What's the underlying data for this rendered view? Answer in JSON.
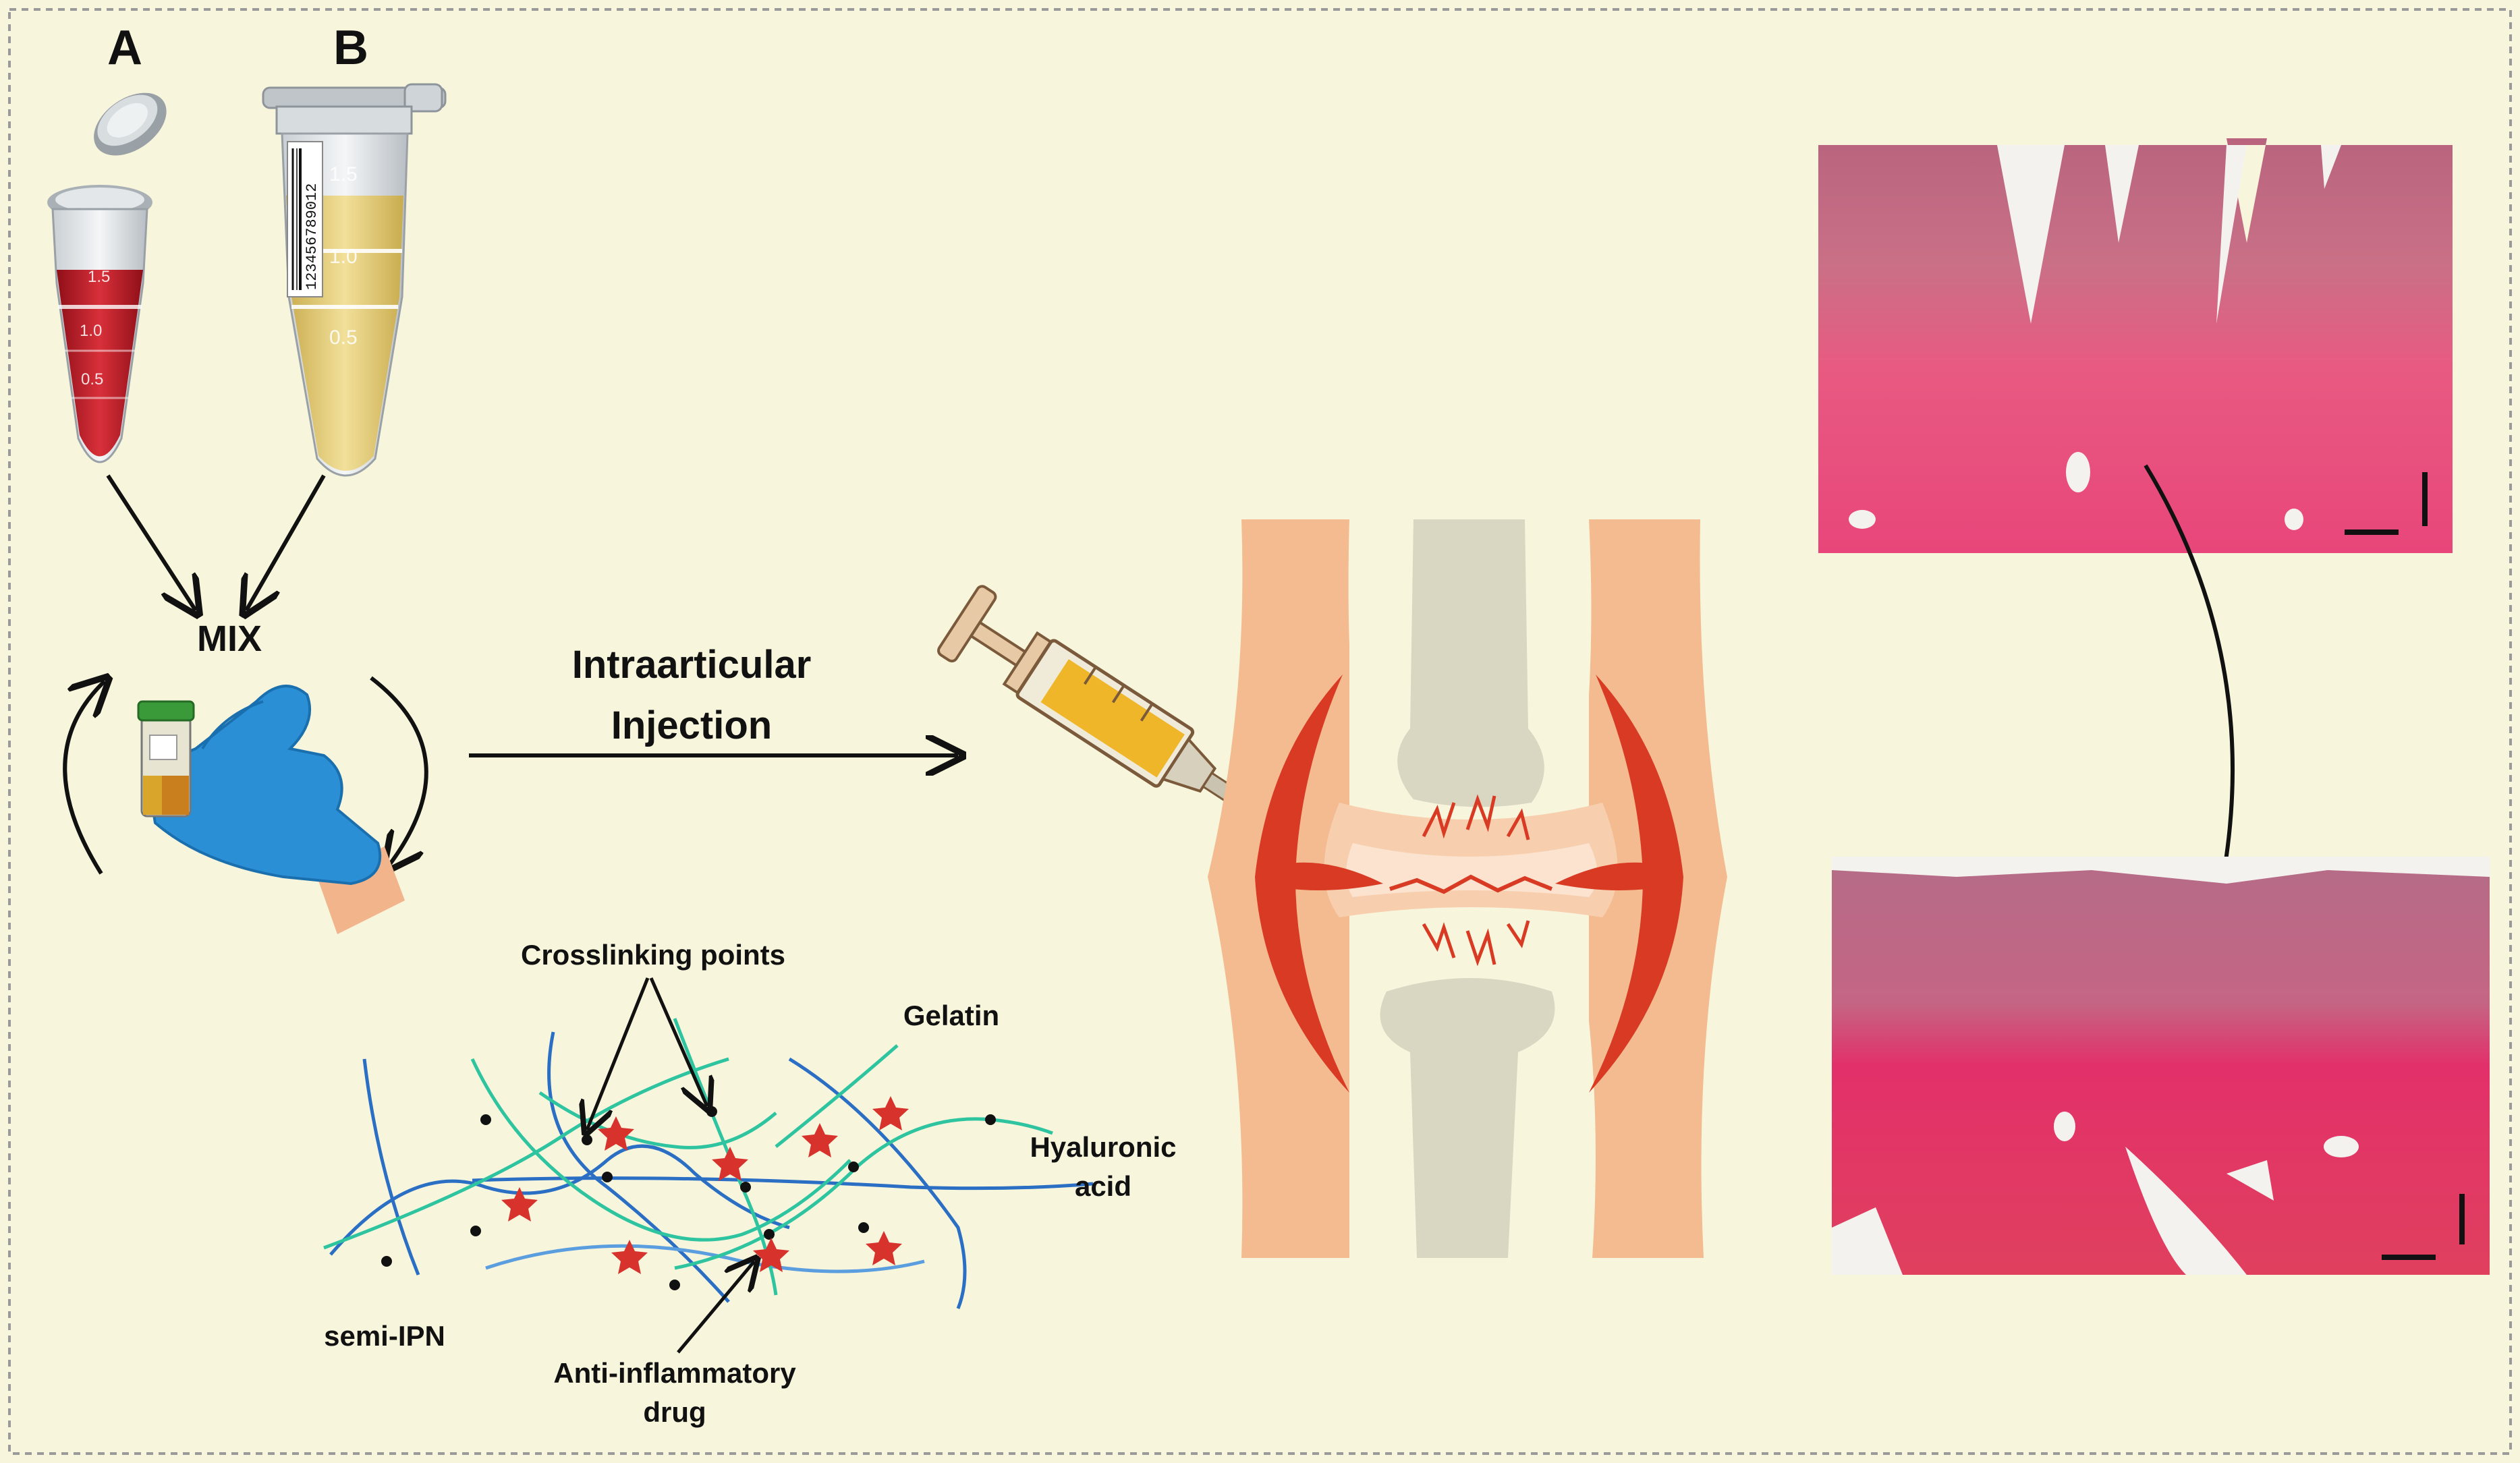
{
  "labels": {
    "tube_a": "A",
    "tube_b": "B",
    "mix": "MIX",
    "injection_line1": "Intraarticular",
    "injection_line2": "Injection",
    "crosslinking": "Crosslinking points",
    "gelatin": "Gelatin",
    "hyaluronic_line1": "Hyaluronic",
    "hyaluronic_line2": "acid",
    "semi_ipn": "semi-IPN",
    "drug_line1": "Anti-inflammatory",
    "drug_line2": "drug"
  },
  "tube_a_marks": [
    "1.5",
    "1.0",
    "0.5"
  ],
  "tube_b_marks": [
    "1.5",
    "1.0",
    "0.5"
  ],
  "tube_b_barcode": "123456789012",
  "colors": {
    "background": "#f7f5dc",
    "border": "#9a9a9a",
    "tube_a_liquid": "#c8202c",
    "tube_b_liquid": "#e8d27a",
    "glove": "#2b8fd6",
    "skin": "#f2b48a",
    "bone": "#d9d7c2",
    "cartilage_red": "#d93a23",
    "gelatin_fiber": "#2ec4a0",
    "hyaluronic_fiber": "#2a6fc4",
    "drug_star": "#d8322c",
    "tissue_pink": "#e0577a"
  },
  "icons": [
    "tube-a-icon",
    "tube-b-icon",
    "hand-glove-icon",
    "syringe-icon",
    "knee-joint-icon",
    "histology-image-before",
    "histology-image-after",
    "polymer-network-icon"
  ]
}
